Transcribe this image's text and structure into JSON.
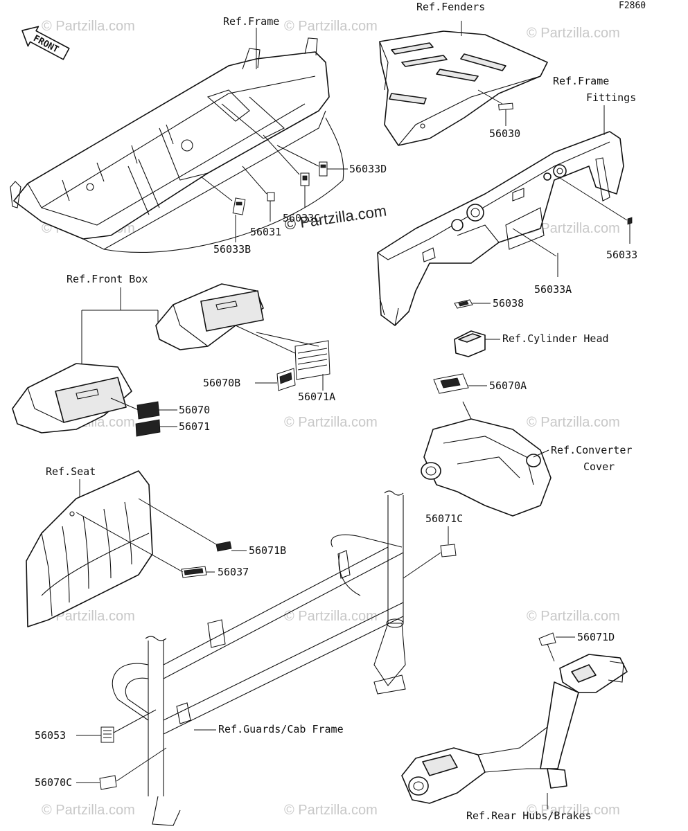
{
  "diagram_code": "F2860",
  "front_arrow_label": "FRONT",
  "watermark_text": "© Partzilla.com",
  "reference_labels": {
    "frame": "Ref.Frame",
    "fenders": "Ref.Fenders",
    "frame_fittings_line1": "Ref.Frame",
    "frame_fittings_line2": "Fittings",
    "front_box": "Ref.Front Box",
    "cylinder_head": "Ref.Cylinder Head",
    "converter_cover_line1": "Ref.Converter",
    "converter_cover_line2": "Cover",
    "seat": "Ref.Seat",
    "guards_cab_frame": "Ref.Guards/Cab Frame",
    "rear_hubs_brakes": "Ref.Rear Hubs/Brakes"
  },
  "part_numbers": {
    "p56030": "56030",
    "p56033D": "56033D",
    "p56033C": "56033C",
    "p56031": "56031",
    "p56033B": "56033B",
    "p56033": "56033",
    "p56033A": "56033A",
    "p56038": "56038",
    "p56070B": "56070B",
    "p56071A": "56071A",
    "p56070": "56070",
    "p56071": "56071",
    "p56070A": "56070A",
    "p56071C": "56071C",
    "p56071B": "56071B",
    "p56037": "56037",
    "p56071D": "56071D",
    "p56053": "56053",
    "p56070C": "56070C"
  },
  "colors": {
    "line": "#111111",
    "watermark": "#c8c8c8",
    "background": "#ffffff"
  }
}
